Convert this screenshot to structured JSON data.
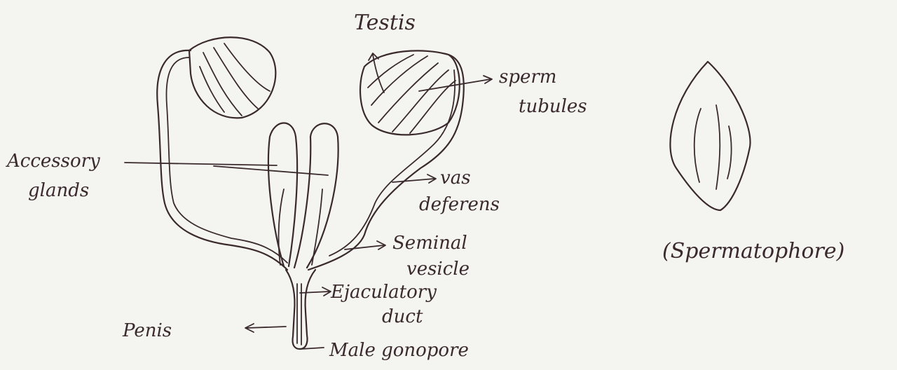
{
  "labels": {
    "testis": "Testis",
    "sperm_tubules_1": "sperm",
    "sperm_tubules_2": "tubules",
    "accessory_1": "Accessory",
    "accessory_2": "glands",
    "vas_1": "vas",
    "vas_2": "deferens",
    "seminal_1": "Seminal",
    "seminal_2": "vesicle",
    "ejac_1": "Ejaculatory",
    "ejac_2": "duct",
    "penis": "Penis",
    "gonopore": "Male gonopore",
    "spermatophore": "(Spermatophore)"
  }
}
